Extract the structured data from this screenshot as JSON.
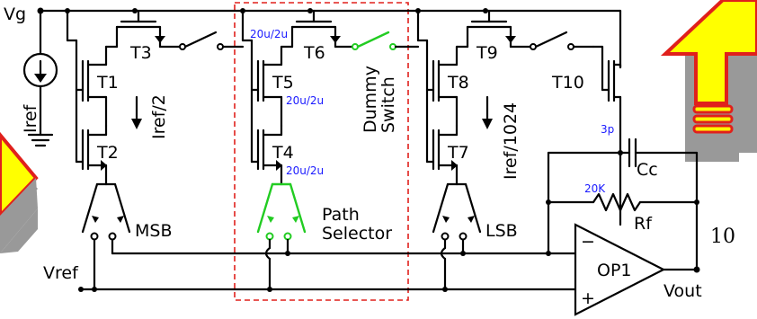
{
  "labels": {
    "vg": "Vg",
    "t1": "T1",
    "t2": "T2",
    "t3": "T3",
    "t4": "T4",
    "t5": "T5",
    "t6": "T6",
    "t7": "T7",
    "t8": "T8",
    "t9": "T9",
    "t10": "T10",
    "iref": "Iref",
    "iref_half": "Iref/2",
    "iref_1024": "Iref/1024",
    "dummy_switch_1": "Dummy",
    "dummy_switch_2": "Switch",
    "msb": "MSB",
    "lsb": "LSB",
    "path_selector_1": "Path",
    "path_selector_2": "Selector",
    "vref": "Vref",
    "op1": "OP1",
    "vout": "Vout",
    "cc": "Cc",
    "rf": "Rf",
    "minus": "−",
    "plus": "+",
    "page_number": "10"
  },
  "annotations": {
    "size_t6": "20u/2u",
    "size_t5": "20u/2u",
    "size_t4": "20u/2u",
    "cap_value": "3p",
    "res_value": "20K"
  },
  "colors": {
    "wire": "#000000",
    "highlight": "#22cc22",
    "selection_box": "#e0201c",
    "size_text": "#1a1aff",
    "arrow_fill": "#ffff00",
    "arrow_border": "#e0201c",
    "arrow_shadow": "#999999"
  }
}
